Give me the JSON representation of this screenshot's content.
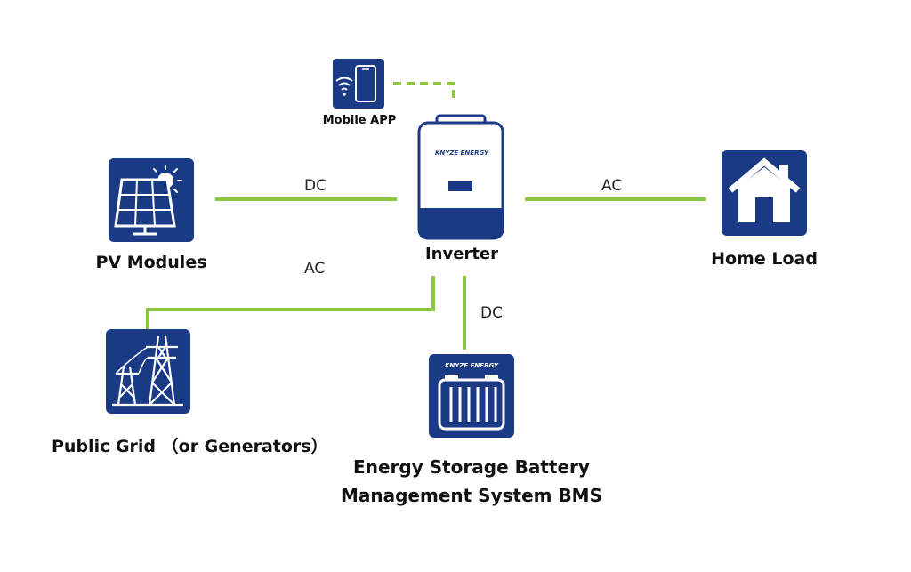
{
  "colors": {
    "navy": "#1b3a86",
    "line": "#8dc63f",
    "white": "#ffffff",
    "text": "#111111"
  },
  "nodes": {
    "mobile_app": {
      "label": "Mobile APP",
      "icon": "wifi-phone-icon"
    },
    "inverter": {
      "label": "Inverter",
      "brand": "KNYZE ENERGY",
      "icon": "inverter-icon"
    },
    "pv_modules": {
      "label": "PV Modules",
      "icon": "solar-panel-icon"
    },
    "home_load": {
      "label": "Home Load",
      "icon": "house-icon"
    },
    "public_grid": {
      "label": "Public Grid （or Generators）",
      "icon": "power-tower-icon"
    },
    "battery": {
      "label_line1": "Energy Storage Battery",
      "label_line2": "Management System BMS",
      "brand": "KNYZE ENERGY",
      "icon": "battery-icon"
    }
  },
  "connections": {
    "pv_inverter": "DC",
    "inverter_home": "AC",
    "grid_inverter": "AC",
    "battery_inverter": "DC"
  }
}
